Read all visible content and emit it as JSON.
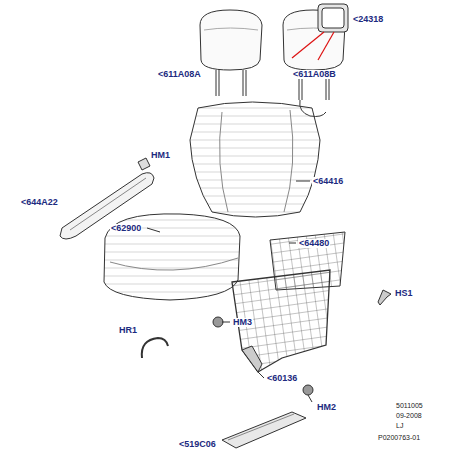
{
  "diagram": {
    "labels": [
      "<24318",
      "<611A08A",
      "<611A08B",
      "HM1",
      "<644A22",
      "<64416",
      "<62900",
      "<64480",
      "HS1",
      "HM3",
      "HR1",
      "<60136",
      "HM2",
      "<519C06",
      "5011005",
      "09-2008",
      "LJ",
      "P0200763-01"
    ]
  }
}
